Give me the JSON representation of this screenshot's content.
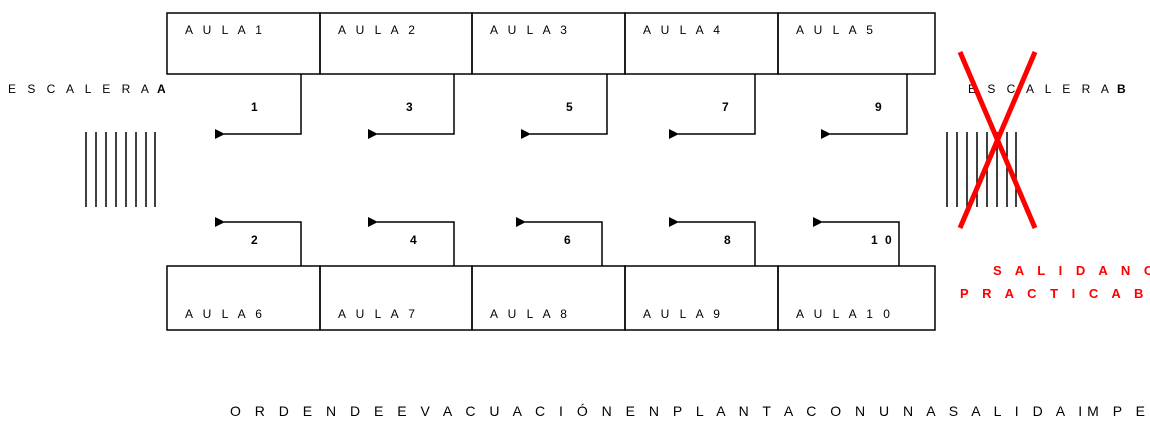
{
  "rooms_top": [
    "A U L A 1",
    "A U L A 2",
    "A U L A 3",
    "A U L A 4",
    "A U L A 5"
  ],
  "rooms_bottom": [
    "A U L A 6",
    "A U L A 7",
    "A U L A 8",
    "A U L A 9",
    "A U L A 1 0"
  ],
  "order_top": [
    "1",
    "3",
    "5",
    "7",
    "9"
  ],
  "order_bottom": [
    "2",
    "4",
    "6",
    "8",
    "1 0"
  ],
  "stair_a": {
    "prefix": "E S C A L E R A",
    "letter": "A"
  },
  "stair_b": {
    "prefix": "E S C A L E R A",
    "letter": "B"
  },
  "blocked_exit": {
    "line1": "S A L I D A N O",
    "line2": "P R A C T I C A B L E",
    "color": "#ff0000"
  },
  "caption": "O R D E N D E E V A C U A C I Ó N E N P L A N T A C O N U N A S A L I D A IM P E D I D A"
}
